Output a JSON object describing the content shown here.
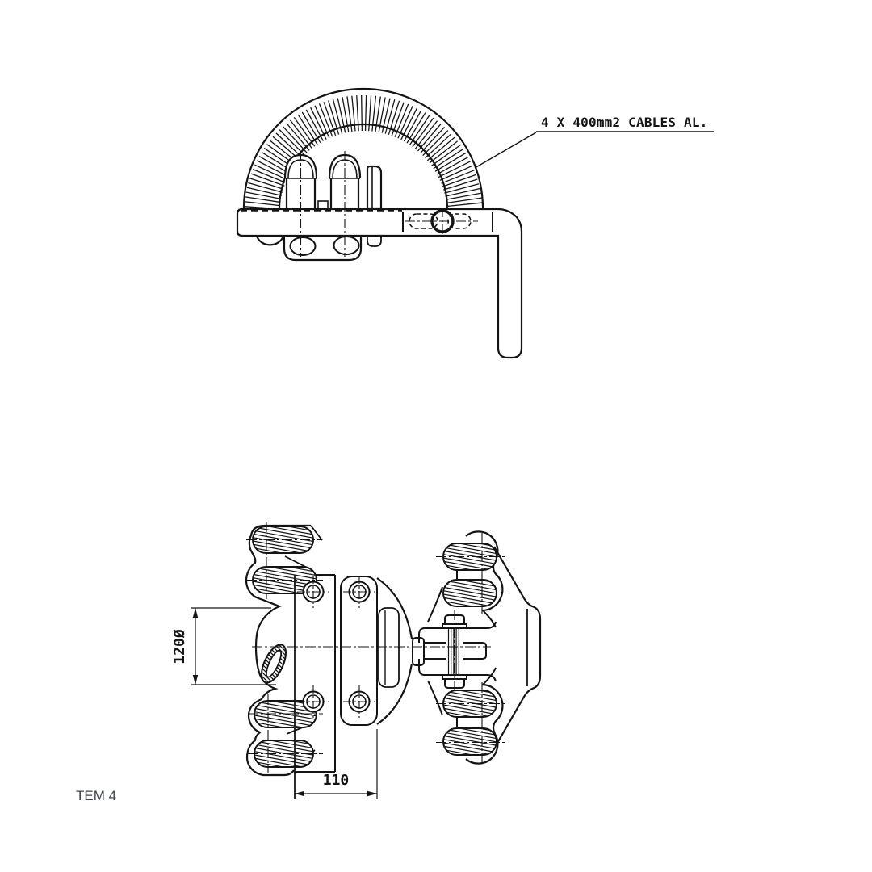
{
  "page": {
    "background": "#ffffff",
    "line_color": "#141414"
  },
  "annotation": {
    "cable_note": "4 X 400mm2 CABLES AL."
  },
  "dimensions": {
    "diameter": "120Ø",
    "width": "110"
  },
  "footer": {
    "drawing_label": "TEM 4",
    "color": "#3e4450"
  }
}
